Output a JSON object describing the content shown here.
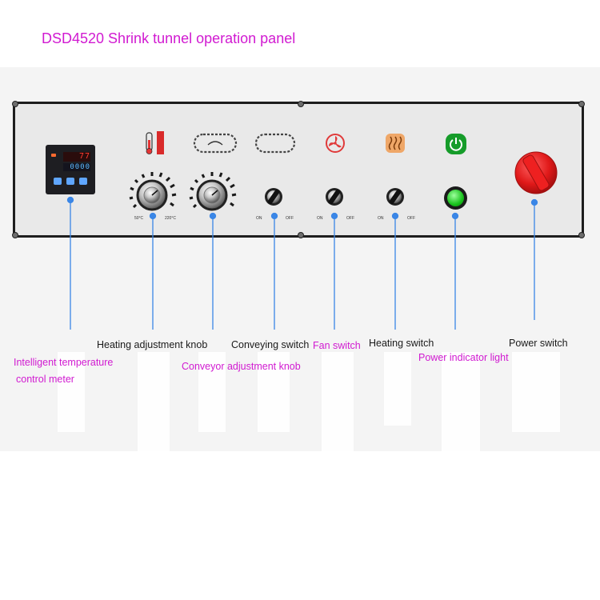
{
  "title": "DSD4520 Shrink tunnel operation panel",
  "colors": {
    "title_pink": "#d11ad1",
    "leader_blue": "#3a86e6",
    "panel_gray": "#e9e9e9",
    "lamp_green": "#18c21c",
    "power_red": "#e01919"
  },
  "panel": {
    "icons": [
      "thermometer-icon",
      "chain-speed-icon",
      "chain-icon",
      "fan-icon",
      "heating-icon",
      "power-icon"
    ],
    "meter": {
      "pv": "77",
      "sv": "0000"
    },
    "knob_scale_min": "50°C",
    "knob_scale_max": "220°C",
    "switch_on": "ON",
    "switch_off": "OFF"
  },
  "labels": {
    "meter": "Intelligent temperature",
    "meter_2": "control meter",
    "heating_knob": "Heating adjustment knob",
    "conveyor_knob": "Conveyor adjustment knob",
    "conveying_switch": "Conveying switch",
    "fan_switch": "Fan switch",
    "heating_switch": "Heating switch",
    "power_light": "Power indicator light",
    "power_switch": "Power switch"
  }
}
